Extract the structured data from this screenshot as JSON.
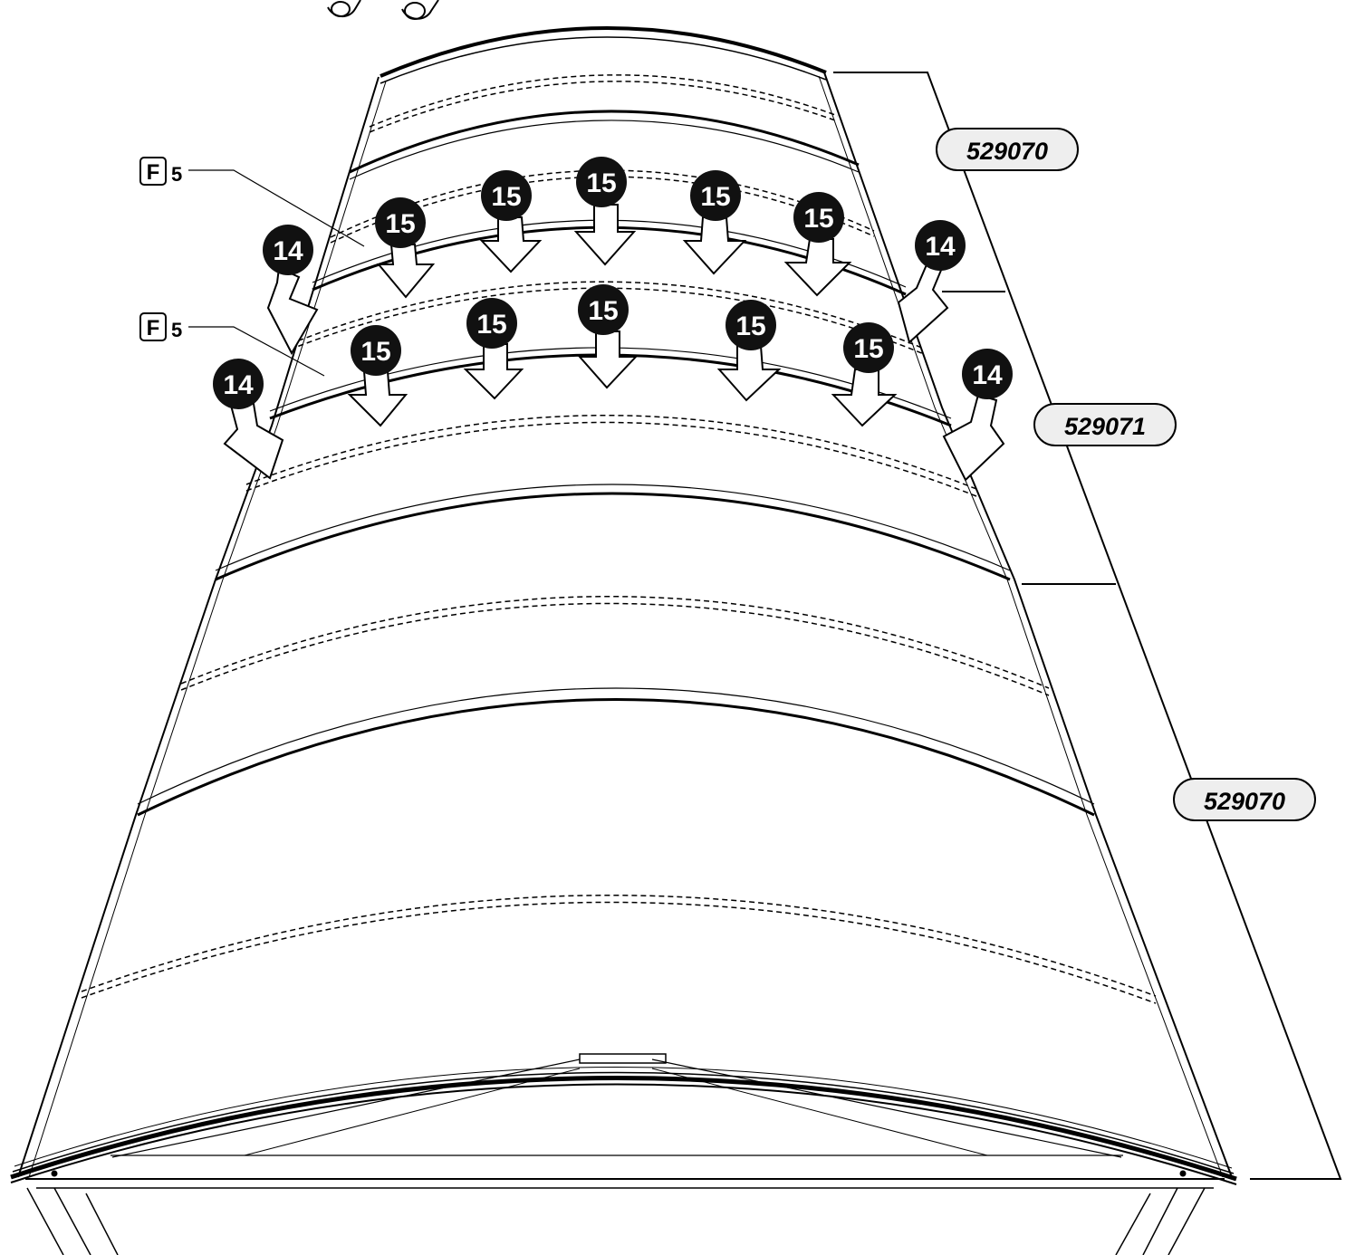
{
  "part_labels": {
    "top": "529070",
    "middle": "529071",
    "bottom": "529070"
  },
  "fastener_callouts": {
    "letter": "F",
    "quantity_upper": "5",
    "quantity_lower": "5"
  },
  "step_markers": {
    "edge": "14",
    "center": "15"
  },
  "colors": {
    "ink": "#000000",
    "paper": "#ffffff",
    "label_fill": "#eeeeee",
    "marker_fill": "#111111"
  }
}
